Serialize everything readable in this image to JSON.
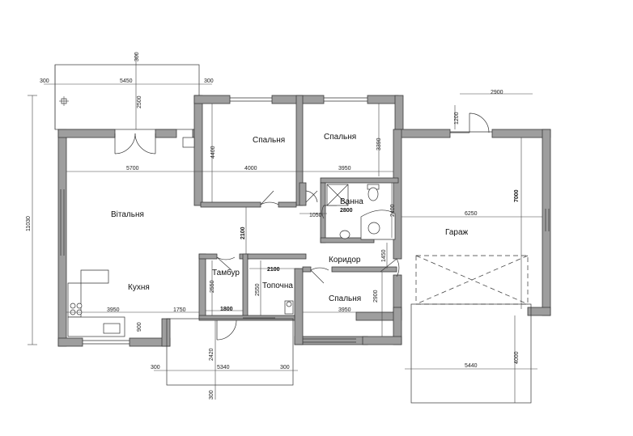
{
  "rooms": {
    "bedroom_top_left": "Спальня",
    "bedroom_top_right": "Спальня",
    "bathroom": "Ванна",
    "living": "Вітальня",
    "garage": "Гараж",
    "kitchen": "Кухня",
    "vestibule": "Тамбур",
    "boiler": "Топочна",
    "corridor": "Коридор",
    "bedroom_bottom": "Спальня"
  },
  "dimensions": {
    "terrace_top_depth": "300",
    "terrace_top_left_offset": "300",
    "terrace_top_width": "5450",
    "terrace_top_right_offset": "300",
    "terrace_top_height": "2500",
    "total_height": "11030",
    "living_width": "5700",
    "bedroom_left_width": "4000",
    "bedroom_right_width": "3950",
    "bedroom_left_height": "4400",
    "bedroom_right_height": "3390",
    "garage_door_width": "2900",
    "garage_door_depth": "1200",
    "garage_depth": "7000",
    "garage_width": "6250",
    "bath_width": "2800",
    "bath_offset": "1050",
    "bath_height": "2400",
    "hall_height": "2100",
    "boiler_width": "2100",
    "vestibule_height": "2550",
    "boiler_height": "2550",
    "vestibule_width": "1800",
    "kitchen_width": "3950",
    "kitchen_extra": "1750",
    "kitchen_side": "900",
    "bedroom_bottom_width": "3950",
    "bedroom_bottom_height": "2900",
    "corridor_gap": "1450",
    "terrace_bottom_left": "300",
    "terrace_bottom_width": "5340",
    "terrace_bottom_right": "300",
    "terrace_bottom_height": "2420",
    "terrace_bottom_depth": "300",
    "apron_width": "5440",
    "apron_depth": "4000"
  }
}
